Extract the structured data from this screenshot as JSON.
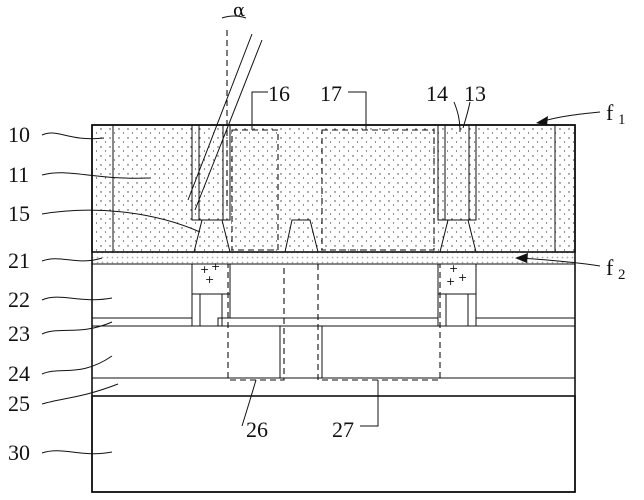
{
  "figure": {
    "labels": {
      "l10": "10",
      "l11": "11",
      "l15": "15",
      "l21": "21",
      "l22": "22",
      "l23": "23",
      "l24": "24",
      "l25": "25",
      "l30": "30",
      "l16": "16",
      "l17": "17",
      "l14": "14",
      "l13": "13",
      "l26": "26",
      "l27": "27",
      "alpha": "α",
      "f1_main": "f",
      "f1_sub": "1",
      "f2_main": "f",
      "f2_sub": "2"
    }
  }
}
